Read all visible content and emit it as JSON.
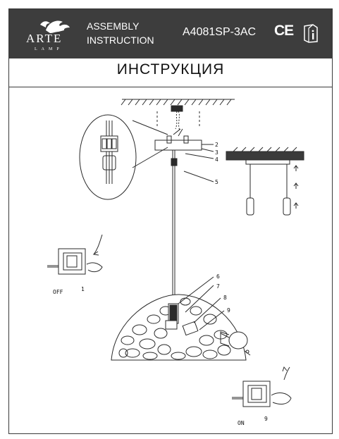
{
  "header": {
    "brand": "ARTE",
    "brand_sub": "LAMP",
    "assembly_line1": "ASSEMBLY",
    "assembly_line2": "INSTRUCTION",
    "model": "A4081SP-3AC",
    "ce_mark": "CE",
    "info_icon": "info-book-icon"
  },
  "title": "ИНСТРУКЦИЯ",
  "callouts": [
    "2",
    "3",
    "4",
    "5",
    "6",
    "7",
    "8",
    "9"
  ],
  "switch_off": {
    "label": "OFF",
    "step": "1"
  },
  "switch_on": {
    "label": "ON",
    "step": "9"
  },
  "colors": {
    "header_bg": "#3d3d3d",
    "line": "#2a2a2a"
  }
}
